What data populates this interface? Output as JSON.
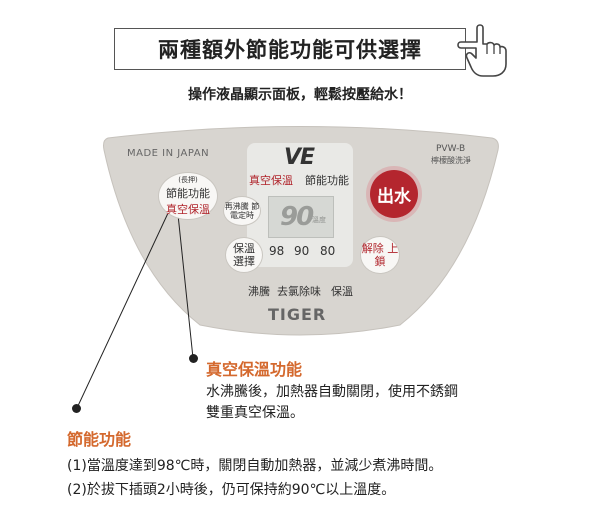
{
  "header": {
    "title": "兩種額外節能功能可供選擇",
    "subtitle": "操作液晶顯示面板，輕鬆按壓給水！"
  },
  "panel": {
    "made_in": "MADE IN JAPAN",
    "model": "PVW-B",
    "model_sub": "檸檬酸洗淨",
    "lcd_logo": "VE",
    "lcd_label_vacuum": "真空保溫",
    "lcd_label_energy": "節能功能",
    "lcd_digits": "90",
    "lcd_unit": "溫度",
    "temps": [
      "98",
      "90",
      "80"
    ],
    "buttons": {
      "energy_small": "(長押)",
      "energy_line1": "節能功能",
      "energy_line2": "真空保溫",
      "reboil": "再沸騰 節電定時",
      "keepwarm": "保溫 選擇",
      "dispense": "出水",
      "unlock": "解除 上鎖"
    },
    "status_boil": "沸騰",
    "status_dechlor": "去氯除味",
    "status_warm": "保溫",
    "brand": "TIGER"
  },
  "callouts": {
    "vacuum": {
      "title": "真空保溫功能",
      "line1": "水沸騰後，加熱器自動關閉，使用不銹鋼",
      "line2": "雙重真空保溫。"
    },
    "energy": {
      "title": "節能功能",
      "line1": "(1)當溫度達到98℃時，關閉自動加熱器，並減少煮沸時間。",
      "line2": "(2)於拔下插頭2小時後，仍可保持約90℃以上溫度。"
    }
  },
  "colors": {
    "panel_fill": "#d8d5d0",
    "accent_red": "#b4262e",
    "callout_orange": "#d4692e"
  }
}
